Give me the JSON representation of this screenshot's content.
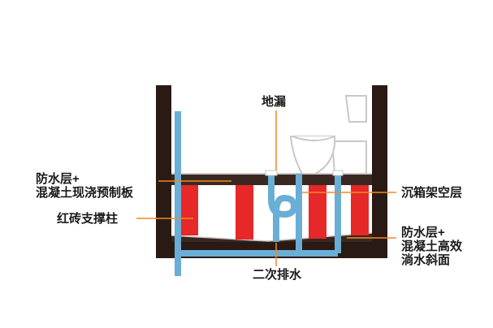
{
  "labels": {
    "floor_drain": "地漏",
    "slab_line1": "防水层+",
    "slab_line2": "混凝土现浇预制板",
    "brick_support": "红砖支撑柱",
    "sunken_box": "沉箱架空层",
    "slope_line1": "防水层+",
    "slope_line2": "混凝土高效",
    "slope_line3": "淌水斜面",
    "secondary_drain": "二次排水"
  },
  "colors": {
    "wall": "#2a1a14",
    "slab": "#3a2820",
    "brick": "#e62828",
    "pipe": "#6aaed6",
    "leader": "#f08a24",
    "waterproof": "#c8c8c8",
    "toilet_outline": "#c9c9c9"
  },
  "icons": {
    "toilet": "toilet-icon",
    "drain": "floor-drain-icon"
  }
}
